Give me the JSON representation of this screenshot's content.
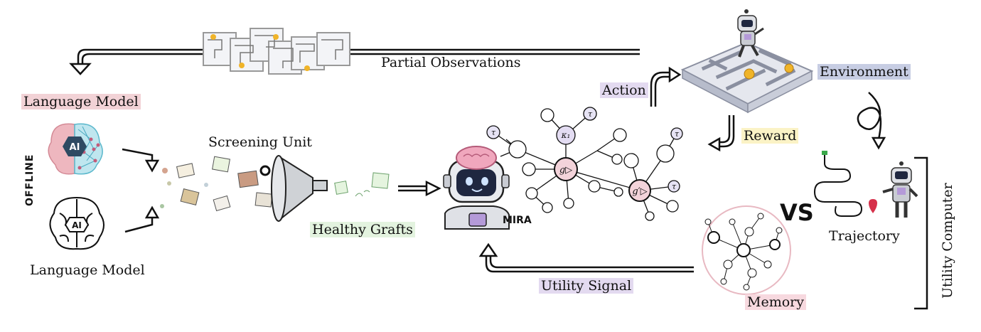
{
  "labels": {
    "partial_observations": "Partial Observations",
    "language_model": "Language Model",
    "offline": "OFFLINE",
    "offline_language_model": "Language Model",
    "screening_unit": "Screening Unit",
    "healthy_grafts": "Healthy Grafts",
    "mira": "MIRA",
    "action": "Action",
    "environment": "Environment",
    "reward": "Reward",
    "vs": "VS",
    "trajectory": "Trajectory",
    "utility_computer": "Utility Computer",
    "utility_signal": "Utility Signal",
    "memory": "Memory",
    "ai": "AI"
  },
  "graph_nodes": {
    "tau": "τ",
    "kappa": "κ₁",
    "g": "g▷",
    "g_prime": "g′▷"
  },
  "colors": {
    "pink_highlight": "#f2d2d6",
    "purple_highlight": "#e3daf0",
    "blue_highlight": "#c7cde3",
    "yellow_highlight": "#fbf3c6",
    "green_highlight": "#e3f3df",
    "brain_pink": "#e8a6b0",
    "brain_teal": "#6ec6d8",
    "robot_purple": "#b49ad8",
    "maze_gray": "#c9ccd6",
    "coin_gold": "#f0b429"
  }
}
